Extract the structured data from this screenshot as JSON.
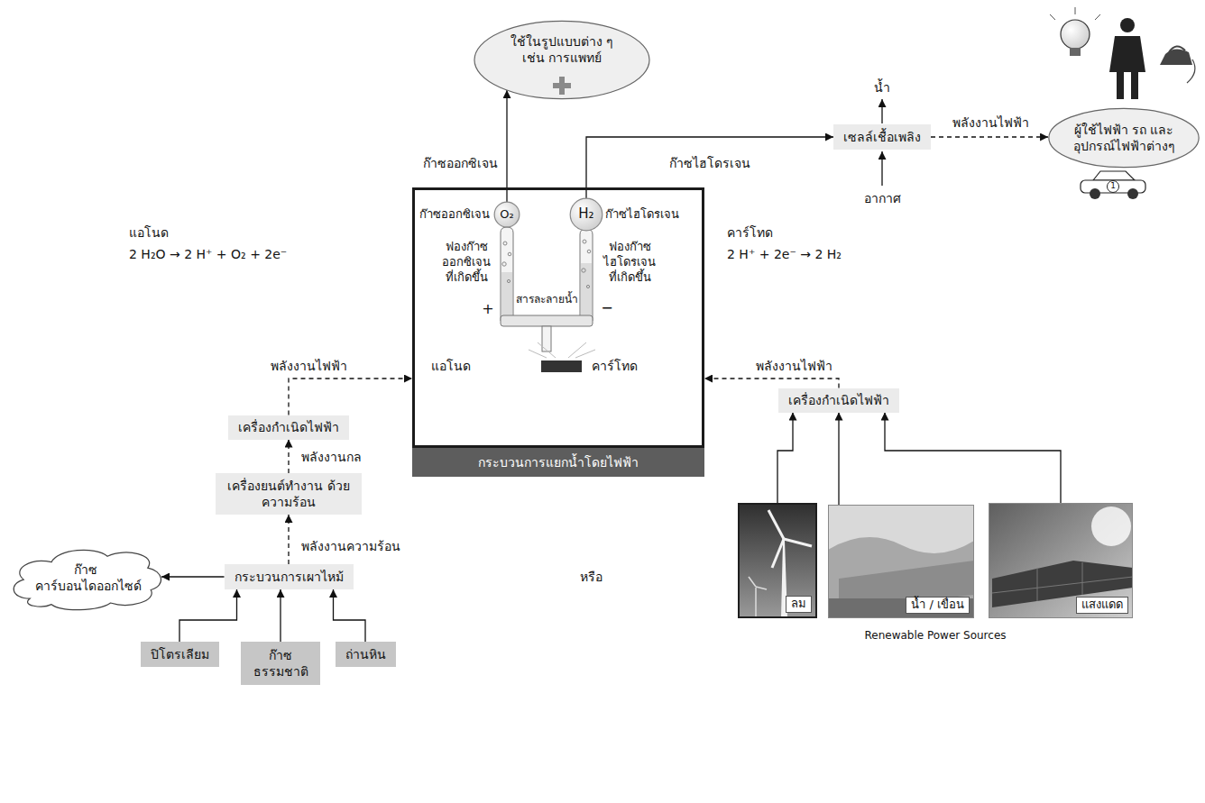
{
  "diagram": {
    "nodes": [
      {
        "text": [
          "ใช้ในรูปแบบต่าง ๆ เช่น การแพทย์"
        ]
      },
      {
        "text": [
          "เซลล์เชื้อเพลิง"
        ]
      },
      {
        "text": [
          "ผู้ใช้ไฟฟ้า รถ และ อุปกรณ์ไฟฟ้าต่างๆ"
        ]
      },
      {
        "text": [
          "กระบวนการแยกน้ำโดยไฟฟ้า"
        ]
      },
      {
        "text": [
          "O₂"
        ],
        "in": 3
      },
      {
        "text": [
          "H₂"
        ],
        "in": 3
      },
      {
        "text": [
          "เครื่องกำเนิดไฟฟ้า"
        ]
      },
      {
        "text": [
          "เครื่องยนต์ทำงาน ด้วยความร้อน"
        ]
      },
      {
        "text": [
          "ก๊าซ คาร์บอนไดออกไซด์"
        ]
      },
      {
        "text": [
          "กระบวนการเผาไหม้"
        ]
      },
      {
        "text": [
          "ปิโตรเลียม"
        ]
      },
      {
        "text": [
          "ก๊าซ ธรรมชาติ"
        ]
      },
      {
        "text": [
          "ถ่านหิน"
        ]
      },
      {
        "text": [
          "เครื่องกำเนิดไฟฟ้า"
        ]
      },
      {
        "text": [
          "ลม"
        ]
      },
      {
        "text": [
          "น้ำ / เขื่อน"
        ]
      },
      {
        "text": [
          "แสงแดด"
        ]
      }
    ],
    "edges": [
      {
        "from": 4,
        "to": 0,
        "arrow": "to",
        "label": "ก๊าซออกซิเจน"
      },
      {
        "from": 5,
        "to": 1,
        "arrow": "to",
        "label": "ก๊าซไฮโดรเจน"
      },
      {
        "from": 1,
        "to": 2,
        "arrow": "to",
        "label": "พลังงานไฟฟ้า"
      },
      {
        "from": 6,
        "to": 3,
        "arrow": "to",
        "label": "พลังงานไฟฟ้า"
      },
      {
        "from": 13,
        "to": 3,
        "arrow": "to",
        "label": "พลังงานไฟฟ้า"
      },
      {
        "from": 7,
        "to": 6,
        "arrow": "to",
        "label": "พลังงานกล"
      },
      {
        "from": 9,
        "to": 7,
        "arrow": "to",
        "label": "พลังงานความร้อน"
      },
      {
        "from": 9,
        "to": 8,
        "arrow": "to"
      },
      {
        "from": 10,
        "to": 9,
        "arrow": "to"
      },
      {
        "from": 11,
        "to": 9,
        "arrow": "to"
      },
      {
        "from": 12,
        "to": 9,
        "arrow": "to"
      },
      {
        "from": 14,
        "to": 13,
        "arrow": "to"
      },
      {
        "from": 15,
        "to": 13,
        "arrow": "to"
      },
      {
        "from": 16,
        "to": 13,
        "arrow": "to"
      }
    ],
    "labels": [
      "แอโนด",
      "2 H₂O → 2 H⁺ + O₂ + 2e⁻",
      "คาร์โทด",
      "2 H⁺ + 2e⁻ → 2 H₂",
      "ก๊าซออกซิเจน",
      "ก๊าซไฮโดรเจน",
      "ฟองก๊าซ ออกซิเจน ที่เกิดขึ้น",
      "ฟองก๊าซ ไฮโดรเจน ที่เกิดขึ้น",
      "สารละลายน้ำ",
      "+",
      "−",
      "แอโนด",
      "คาร์โทด",
      "หรือ",
      "น้ำ",
      "อากาศ",
      "Renewable Power Sources",
      "1"
    ]
  }
}
